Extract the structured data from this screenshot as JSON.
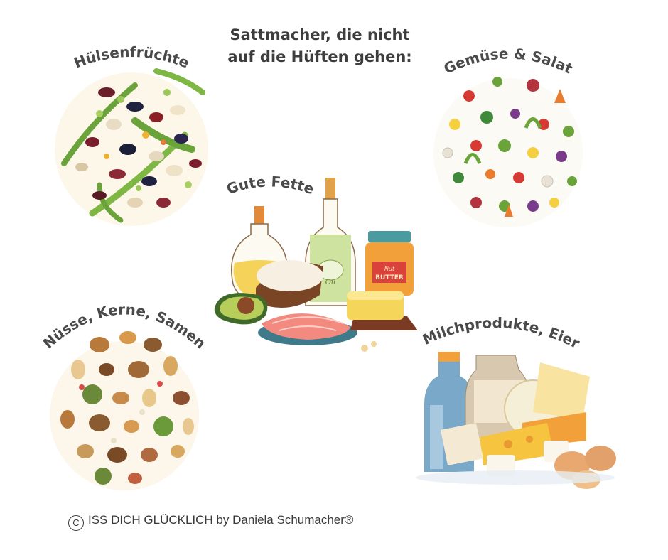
{
  "title": {
    "line1": "Sattmacher, die nicht",
    "line2": "auf die Hüften gehen:"
  },
  "groups": [
    {
      "id": "huelsenfruechte",
      "label": "Hülsenfrüchte",
      "icon": "legumes-illustration"
    },
    {
      "id": "gemuese",
      "label": "Gemüse  & Salat",
      "icon": "vegetables-illustration"
    },
    {
      "id": "fette",
      "label": "Gute Fette",
      "icon": "healthy-fats-illustration"
    },
    {
      "id": "nuesse",
      "label": "Nüsse, Kerne, Samen",
      "icon": "nuts-seeds-illustration"
    },
    {
      "id": "milch",
      "label": "Milchprodukte, Eier",
      "icon": "dairy-eggs-illustration"
    }
  ],
  "fats_labels": {
    "oil": "Oil",
    "jar_line1": "Nut",
    "jar_line2": "BUTTER"
  },
  "footer": {
    "copyright_symbol": "C",
    "text": "ISS DICH GLÜCKLICH by Daniela Schumacher®"
  },
  "colors": {
    "title": "#3d3d3d",
    "label": "#4a4a4a",
    "green": "#6aa33a",
    "red": "#c43b3b",
    "orange": "#f0a030"
  }
}
